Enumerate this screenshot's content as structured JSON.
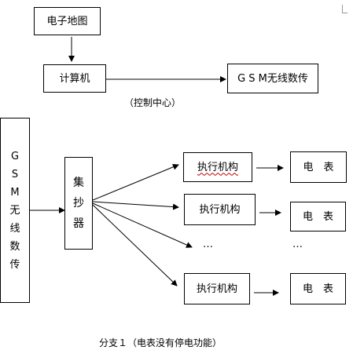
{
  "top": {
    "map_box": "电子地图",
    "computer_box": "计算机",
    "gsm_box": "G S M无线数传",
    "control_center": "（控制中心）"
  },
  "branch": {
    "gsm_vertical": [
      "G",
      "S",
      "M",
      "无",
      "线",
      "数",
      "传"
    ],
    "concentrator": [
      "集",
      "抄",
      "器"
    ],
    "actuators": [
      "执行机构",
      "执行机构",
      "执行机构"
    ],
    "meters": [
      "电　表",
      "电　表",
      "电　表"
    ],
    "ellipsis_left": "…",
    "ellipsis_right": "…"
  },
  "caption": "分支１（电表没有停电功能）"
}
